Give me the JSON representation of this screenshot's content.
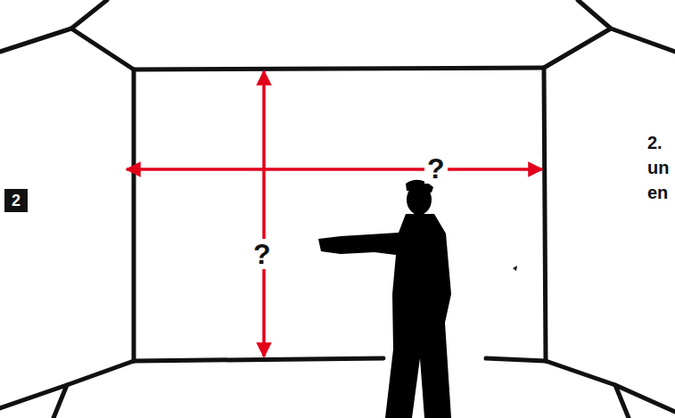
{
  "diagram": {
    "nodes": [
      {
        "text": [
          "2"
        ]
      }
    ],
    "labels": [
      "?",
      "?",
      "2.",
      "un",
      "en"
    ]
  }
}
